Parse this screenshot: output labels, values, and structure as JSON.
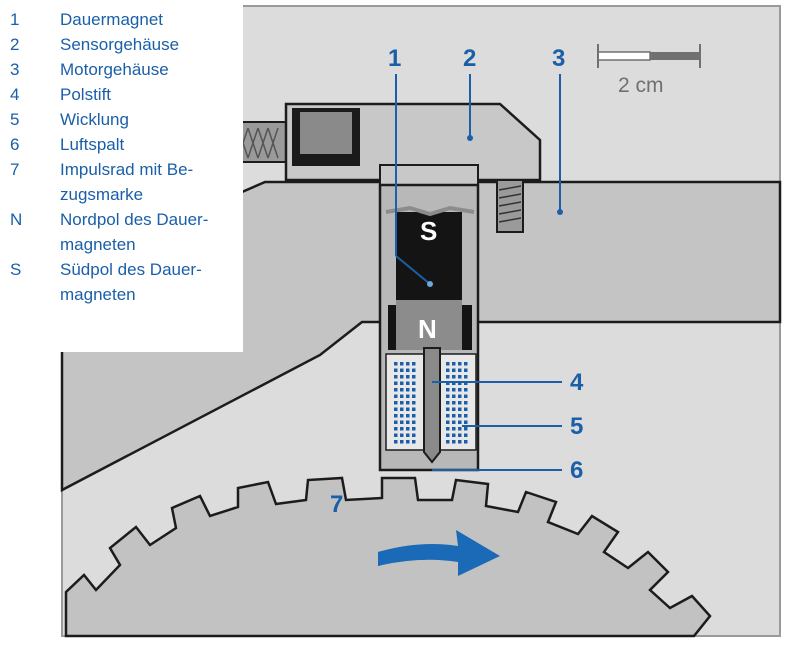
{
  "legend": [
    {
      "key": "1",
      "text": "Dauermagnet"
    },
    {
      "key": "2",
      "text": "Sensorgehäuse"
    },
    {
      "key": "3",
      "text": "Motorgehäuse"
    },
    {
      "key": "4",
      "text": "Polstift"
    },
    {
      "key": "5",
      "text": "Wicklung"
    },
    {
      "key": "6",
      "text": "Luftspalt"
    },
    {
      "key": "7",
      "text": "Impulsrad mit Be-"
    },
    {
      "key": "",
      "text": "zugsmarke"
    },
    {
      "key": "N",
      "text": "Nordpol des Dauer-"
    },
    {
      "key": "",
      "text": "magneten"
    },
    {
      "key": "S",
      "text": "Südpol des Dauer-"
    },
    {
      "key": "",
      "text": "magneten"
    }
  ],
  "callouts": {
    "c1": "1",
    "c2": "2",
    "c3": "3",
    "c4": "4",
    "c5": "5",
    "c6": "6",
    "c7": "7"
  },
  "poles": {
    "south": "S",
    "north": "N"
  },
  "scale": {
    "label": "2 cm"
  },
  "colors": {
    "accent": "#1a5fa8",
    "background_panel": "#dadada",
    "housing": "#bcbcbc",
    "magnet": "#111111",
    "wheel": "#bdbdbd",
    "coil": "#1a5fa8"
  }
}
